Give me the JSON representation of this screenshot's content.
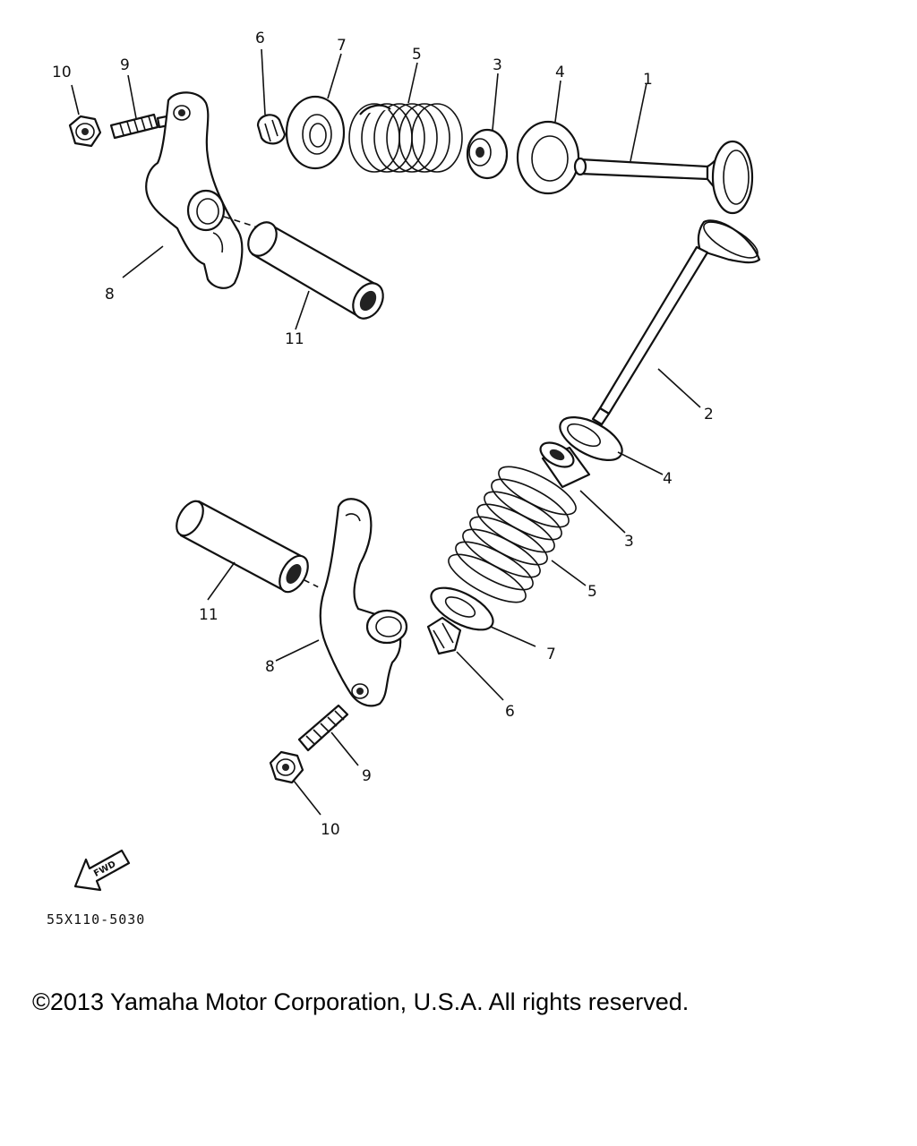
{
  "labels": {
    "top": [
      "10",
      "9",
      "6",
      "7",
      "5",
      "3",
      "4",
      "1",
      "8",
      "11"
    ],
    "bottom": [
      "2",
      "4",
      "3",
      "5",
      "7",
      "6",
      "11",
      "8",
      "9",
      "10"
    ]
  },
  "fwd": "FWD",
  "part_code": "55X110-5030",
  "copyright": "©2013 Yamaha Motor Corporation, U.S.A. All rights reserved."
}
